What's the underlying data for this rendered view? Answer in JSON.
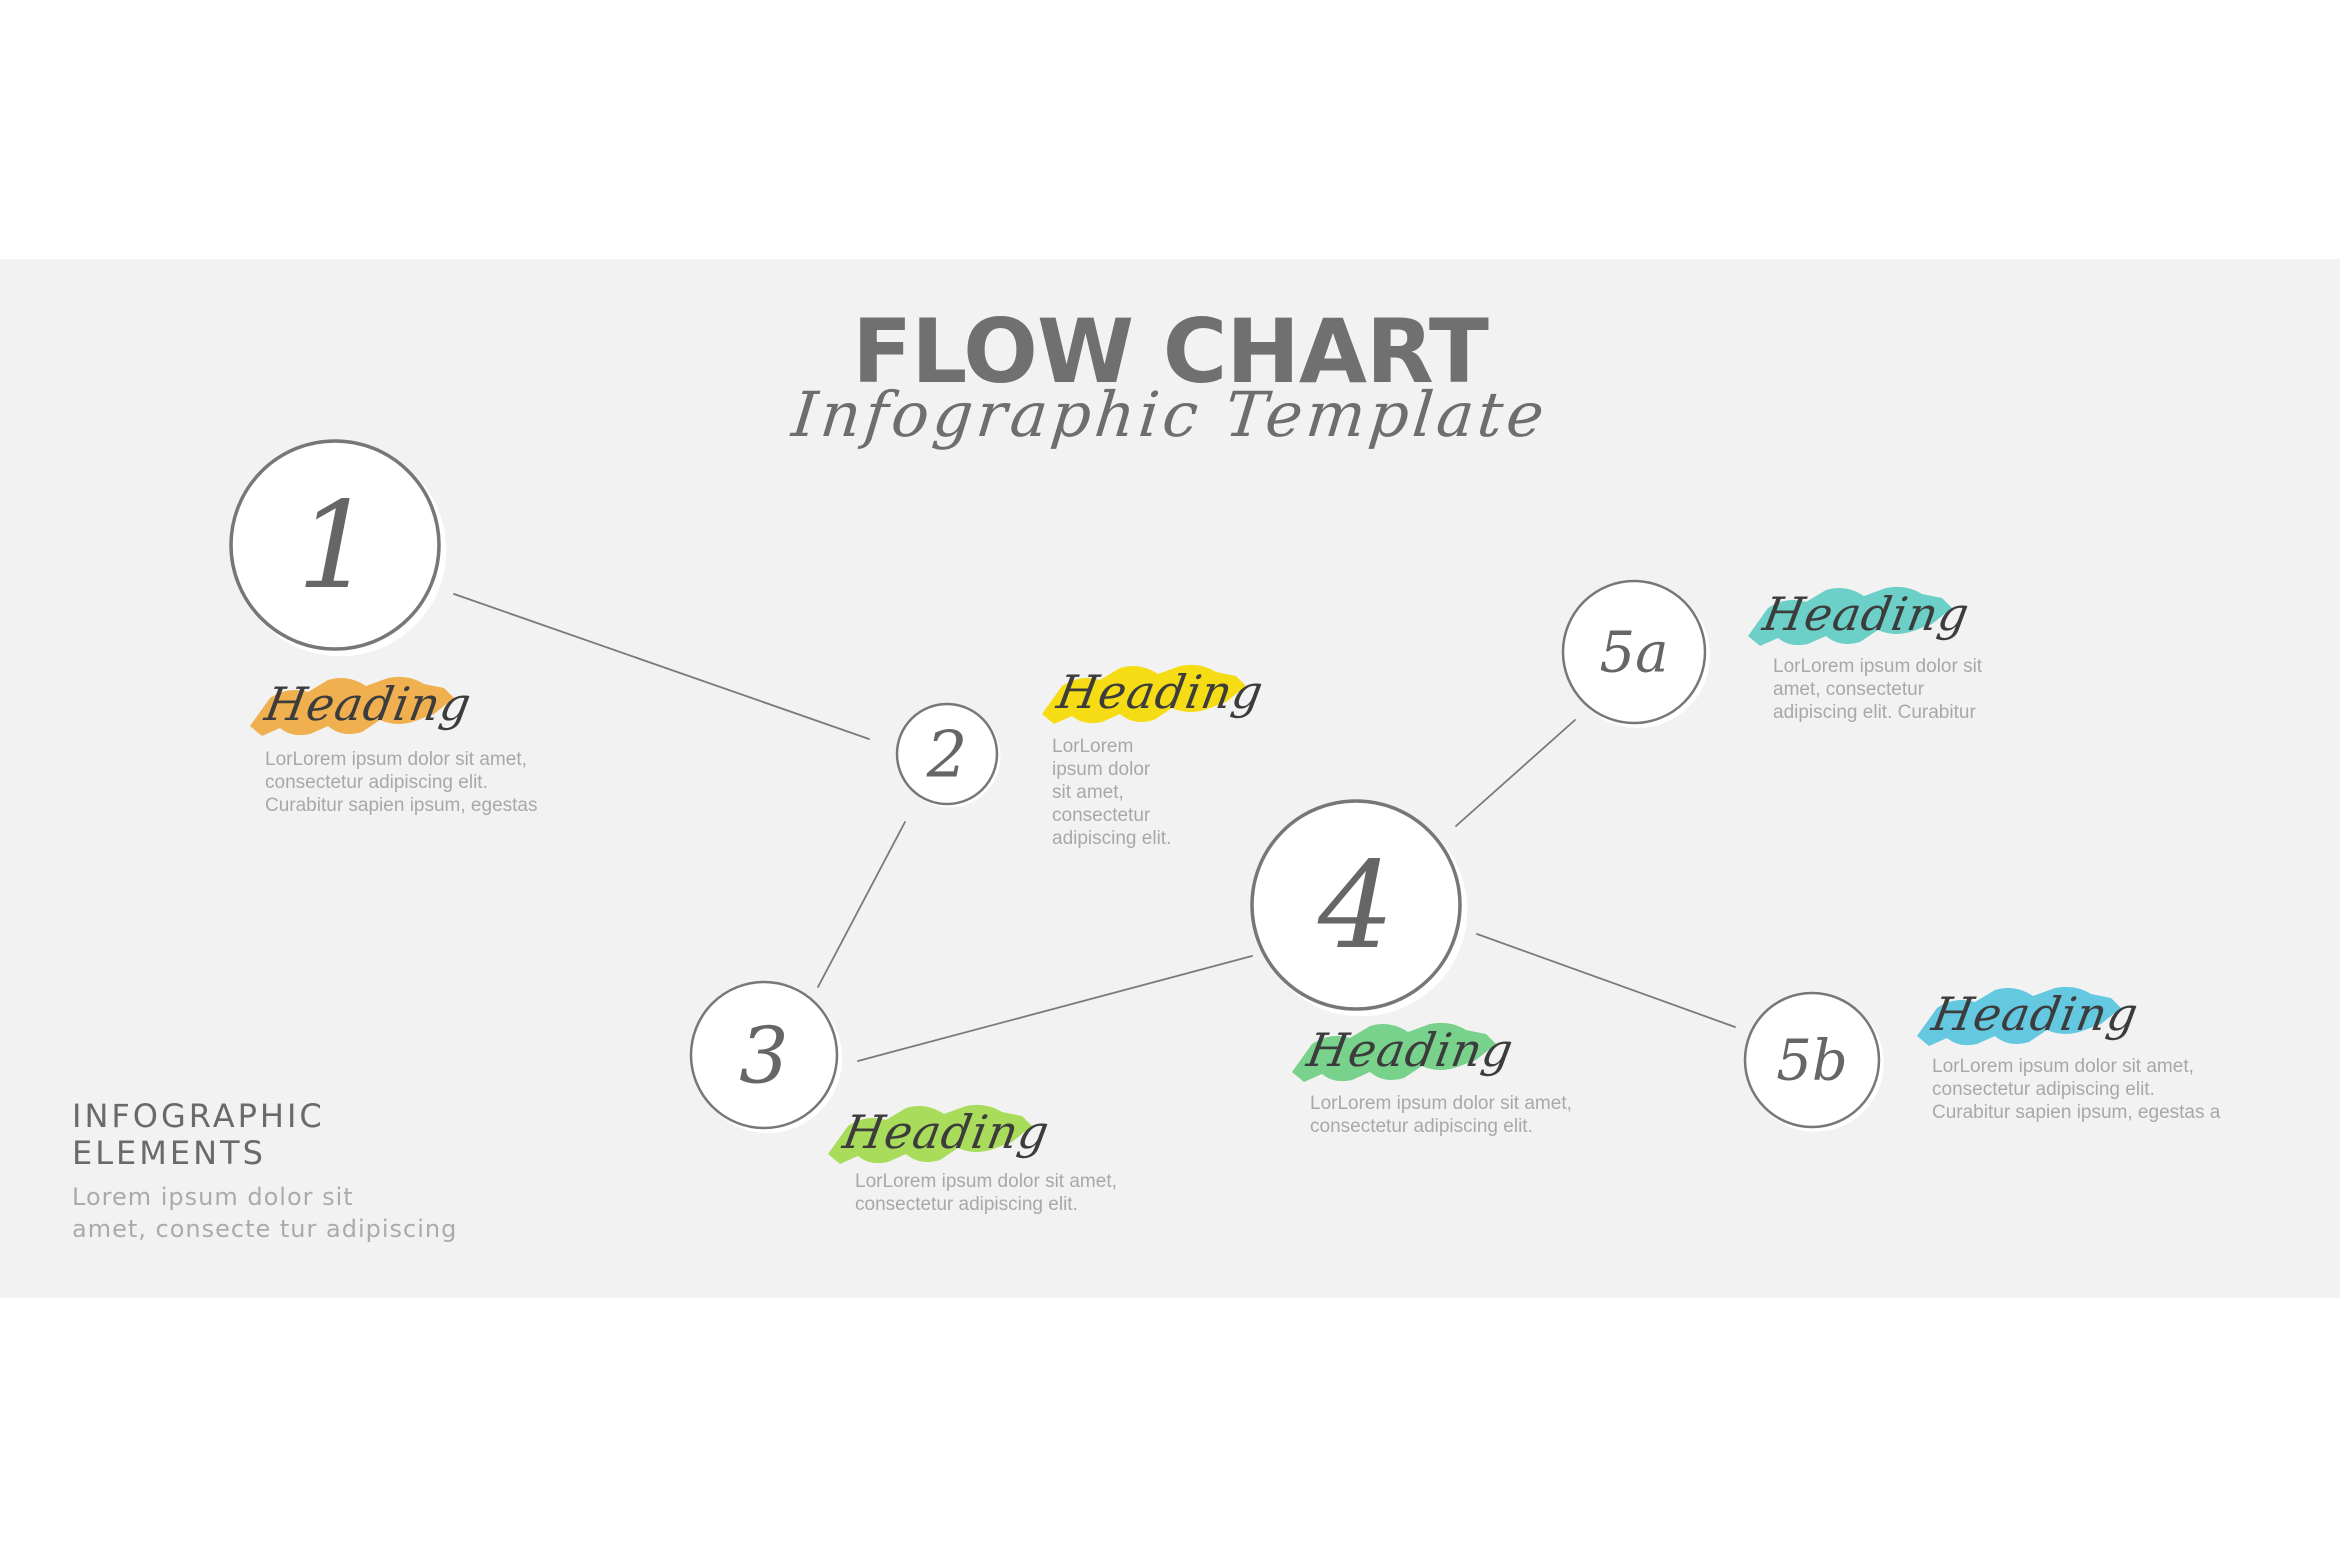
{
  "header": {
    "title": "FLOW CHART",
    "subtitle": "Infographic Template"
  },
  "colors": {
    "background": "#f2f2f2",
    "circle_fill": "#ffffff",
    "circle_stroke": "#777777",
    "connector": "#7a7a7a",
    "text_dark": "#707070",
    "text_light": "#a8a8a8"
  },
  "nodes": [
    {
      "id": "1",
      "label": "1",
      "heading": "Heading",
      "highlight_color": "#f0b050",
      "description": "LorLorem ipsum dolor sit amet,\nconsectetur adipiscing elit.\nCurabitur sapien ipsum, egestas"
    },
    {
      "id": "2",
      "label": "2",
      "heading": "Heading",
      "highlight_color": "#f5dc14",
      "description": "LorLorem\nipsum dolor\nsit amet,\nconsectetur\nadipiscing elit."
    },
    {
      "id": "3",
      "label": "3",
      "heading": "Heading",
      "highlight_color": "#a8dc5a",
      "description": "LorLorem ipsum dolor sit amet,\nconsectetur adipiscing elit."
    },
    {
      "id": "4",
      "label": "4",
      "heading": "Heading",
      "highlight_color": "#78d28c",
      "description": "LorLorem ipsum dolor sit amet,\nconsectetur adipiscing elit."
    },
    {
      "id": "5a",
      "label": "5a",
      "heading": "Heading",
      "highlight_color": "#6cd0c8",
      "description": "LorLorem ipsum dolor sit\namet, consectetur\nadipiscing elit. Curabitur"
    },
    {
      "id": "5b",
      "label": "5b",
      "heading": "Heading",
      "highlight_color": "#64c8e0",
      "description": "LorLorem ipsum dolor sit amet,\nconsectetur adipiscing elit.\nCurabitur sapien ipsum, egestas a"
    }
  ],
  "edges": [
    {
      "from": "1",
      "to": "2"
    },
    {
      "from": "2",
      "to": "3"
    },
    {
      "from": "3",
      "to": "4"
    },
    {
      "from": "4",
      "to": "5a"
    },
    {
      "from": "4",
      "to": "5b"
    }
  ],
  "side_note": {
    "title": "INFOGRAPHIC\nELEMENTS",
    "text": "Lorem ipsum dolor sit\namet, consecte tur adipiscing"
  }
}
